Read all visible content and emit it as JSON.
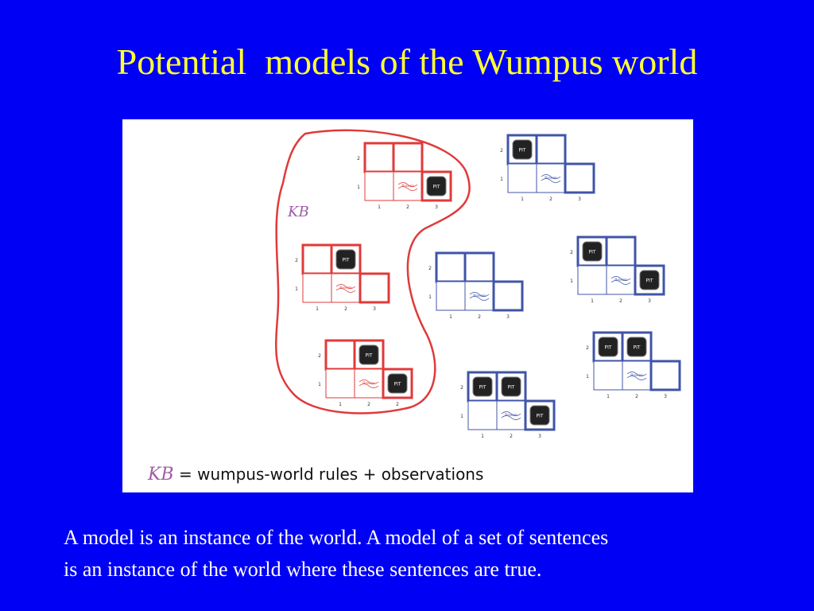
{
  "title": "Potential  models of the Wumpus world",
  "figure": {
    "kb_label": "KB",
    "caption_symbol": "KB",
    "caption_equals": " = ",
    "caption_rest": "wumpus-world rules + observations",
    "pit_label": "PIT",
    "breeze_label": "Breeze",
    "kb_color": "#e03a3a",
    "other_color": "#4054a8",
    "models": [
      {
        "in_kb": true,
        "pits": [
          [
            3,
            1
          ]
        ],
        "col_labels": [
          "1",
          "2",
          "3"
        ]
      },
      {
        "in_kb": true,
        "pits": [
          [
            2,
            2
          ]
        ],
        "col_labels": [
          "1",
          "2",
          "3"
        ]
      },
      {
        "in_kb": true,
        "pits": [
          [
            2,
            2
          ],
          [
            3,
            1
          ]
        ],
        "col_labels": [
          "1",
          "2",
          "2"
        ]
      },
      {
        "in_kb": false,
        "pits": [
          [
            1,
            2
          ]
        ],
        "col_labels": [
          "1",
          "2",
          "3"
        ]
      },
      {
        "in_kb": false,
        "pits": [],
        "col_labels": [
          "1",
          "2",
          "3"
        ]
      },
      {
        "in_kb": false,
        "pits": [
          [
            1,
            2
          ],
          [
            3,
            1
          ]
        ],
        "col_labels": [
          "1",
          "2",
          "3"
        ]
      },
      {
        "in_kb": false,
        "pits": [
          [
            1,
            2
          ],
          [
            2,
            2
          ]
        ],
        "col_labels": [
          "1",
          "2",
          "3"
        ]
      },
      {
        "in_kb": false,
        "pits": [
          [
            1,
            2
          ],
          [
            2,
            2
          ],
          [
            3,
            1
          ]
        ],
        "col_labels": [
          "1",
          "2",
          "3"
        ]
      }
    ]
  },
  "body": {
    "line1": "A model is an instance of the world. A model of a set of sentences",
    "line2": "is an instance of the world where these sentences are true."
  }
}
